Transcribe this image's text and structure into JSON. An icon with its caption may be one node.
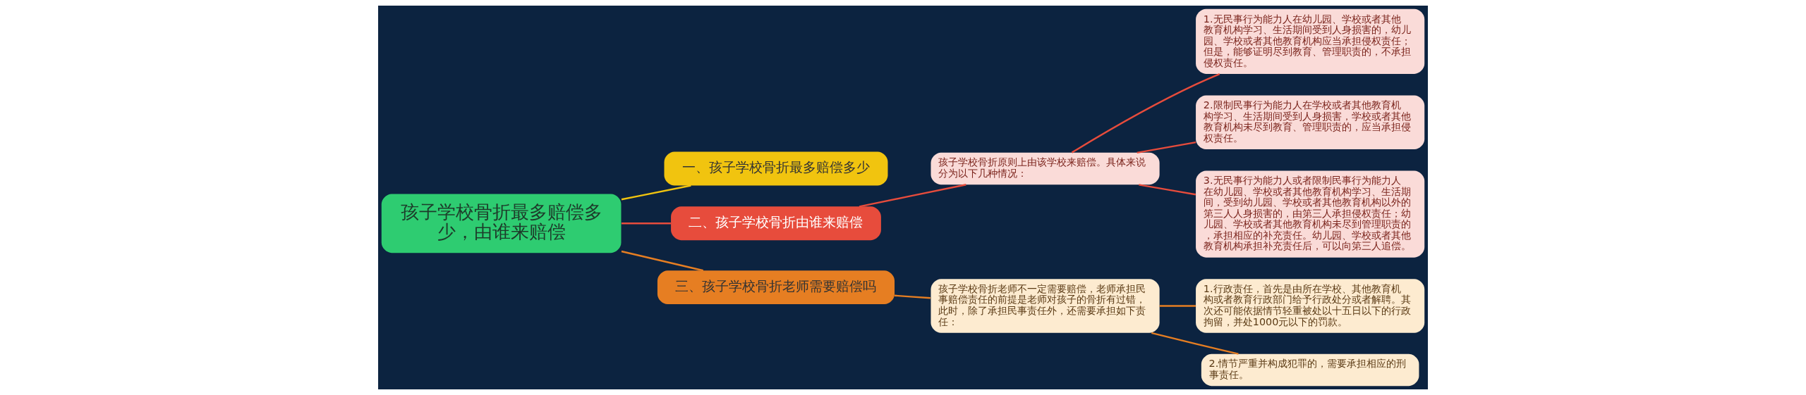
{
  "diagram": {
    "nodes": [
      {
        "text": [
          "孩子学校骨折最多赔偿多少，由谁来赔偿"
        ]
      },
      {
        "text": [
          "一、孩子学校骨折最多赔偿多少"
        ]
      },
      {
        "text": [
          "二、孩子学校骨折由谁来赔偿"
        ]
      },
      {
        "text": [
          "孩子学校骨折原则上由该学校来赔偿。具体来说分为以下几种情况："
        ]
      },
      {
        "text": [
          "1.无民事行为能力人在幼儿园、学校或者其他教育机构学习、生活期间受到人身损害的，幼儿园、学校或者其他教育机构应当承担侵权责任；但是，能够证明尽到教育、管理职责的，不承担侵权责任。"
        ]
      },
      {
        "text": [
          "2.限制民事行为能力人在学校或者其他教育机构学习、生活期间受到人身损害，学校或者其他教育机构未尽到教育、管理职责的，应当承担侵权责任。"
        ]
      },
      {
        "text": [
          "3.无民事行为能力人或者限制民事行为能力人在幼儿园、学校或者其他教育机构学习、生活期间，受到幼儿园、学校或者其他教育机构以外的第三人人身损害的，由第三人承担侵权责任；幼儿园、学校或者其他教育机构未尽到管理职责的，承担相应的补充责任。幼儿园、学校或者其他教育机构承担补充责任后，可以向第三人追偿。"
        ]
      },
      {
        "text": [
          "三、孩子学校骨折老师需要赔偿吗"
        ]
      },
      {
        "text": [
          "孩子学校骨折老师不一定需要赔偿，老师承担民事赔偿责任的前提是老师对孩子的骨折有过错，此时，除了承担民事责任外，还需要承担如下责任："
        ]
      },
      {
        "text": [
          "1.行政责任，首先是由所在学校、其他教育机构或者教育行政部门给予行政处分或者解聘。其次还可能依据情节轻重被处以十五日以下的行政拘留，并处1000元以下的罚款。"
        ]
      },
      {
        "text": [
          "2.情节严重并构成犯罪的，需要承担相应的刑事责任。"
        ]
      }
    ],
    "edges": [
      {
        "from": 0,
        "to": 1,
        "arrow": "none",
        "color": "#f1c40f"
      },
      {
        "from": 0,
        "to": 2,
        "arrow": "none",
        "color": "#e74c3c"
      },
      {
        "from": 2,
        "to": 3,
        "arrow": "none",
        "color": "#e74c3c"
      },
      {
        "from": 3,
        "to": 4,
        "arrow": "none",
        "color": "#e74c3c"
      },
      {
        "from": 3,
        "to": 5,
        "arrow": "none",
        "color": "#e74c3c"
      },
      {
        "from": 3,
        "to": 6,
        "arrow": "none",
        "color": "#e74c3c"
      },
      {
        "from": 0,
        "to": 7,
        "arrow": "none",
        "color": "#e67e22"
      },
      {
        "from": 7,
        "to": 8,
        "arrow": "none",
        "color": "#e67e22"
      },
      {
        "from": 8,
        "to": 9,
        "arrow": "none",
        "color": "#e67e22"
      },
      {
        "from": 8,
        "to": 10,
        "arrow": "none",
        "color": "#e67e22"
      }
    ]
  }
}
